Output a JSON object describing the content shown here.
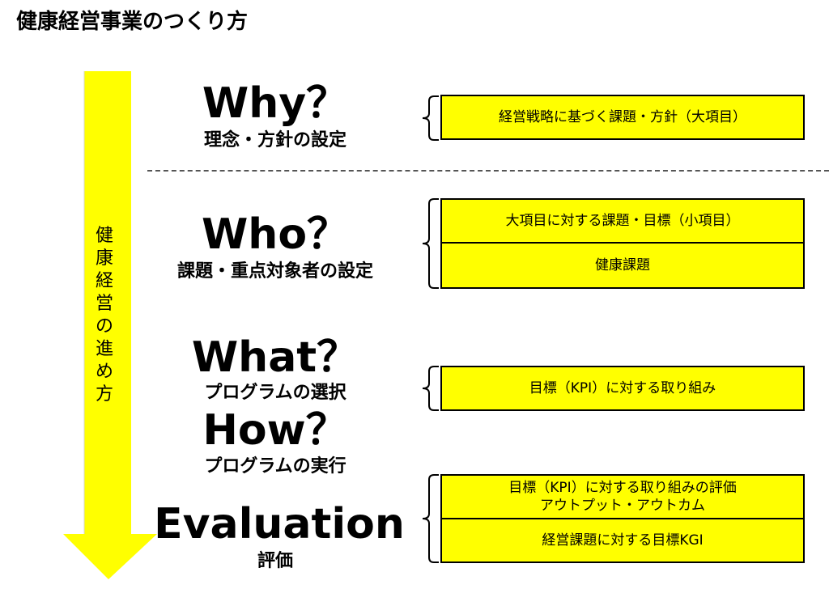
{
  "title": "健康経営事業のつくり方",
  "arrow": {
    "label": "健康経営の進め方",
    "color": "#ffff00"
  },
  "stages": [
    {
      "heading": "Why？",
      "subheading": "理念・方針の設定",
      "items": [
        "経営戦略に基づく課題・方針（大項目）"
      ]
    },
    {
      "heading": "Who？",
      "subheading": "課題・重点対象者の設定",
      "items": [
        "大項目に対する課題・目標（小項目）",
        "健康課題"
      ]
    },
    {
      "heading": "What？",
      "subheading": "プログラムの選択",
      "items": [
        "目標（KPI）に対する取り組み"
      ]
    },
    {
      "heading": "How？",
      "subheading": "プログラムの実行",
      "items": []
    },
    {
      "heading": "Evaluation",
      "subheading": "評価",
      "items": [
        "目標（KPI）に対する取り組みの評価\nアウトプット・アウトカム",
        "経営課題に対する目標KGI"
      ]
    }
  ]
}
